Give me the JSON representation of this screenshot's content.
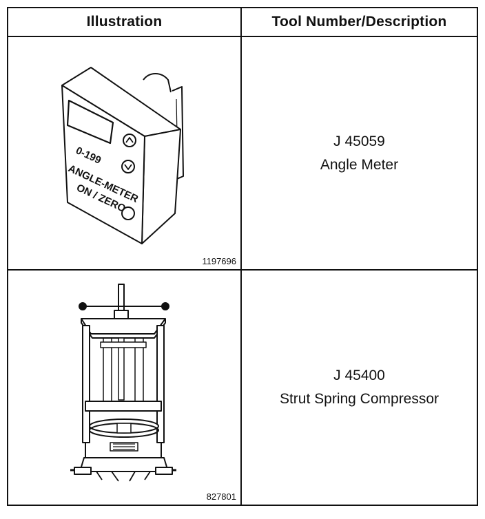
{
  "table": {
    "headers": [
      "Illustration",
      "Tool Number/Description"
    ],
    "rows": [
      {
        "figure_number": "1197696",
        "tool_number": "J 45059",
        "description": "Angle Meter",
        "device_labels": [
          "0-199",
          "ANGLE-METER",
          "ON / ZERO"
        ]
      },
      {
        "figure_number": "827801",
        "tool_number": "J 45400",
        "description": "Strut Spring Compressor"
      }
    ]
  }
}
